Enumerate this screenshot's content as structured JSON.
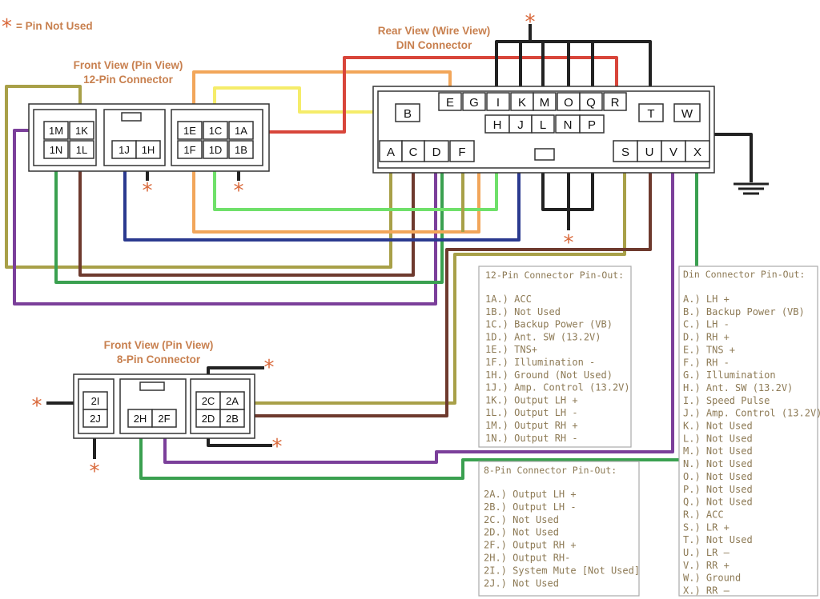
{
  "legend": {
    "star": "*",
    "text": "= Pin Not Used"
  },
  "titles": {
    "front12_line1": "Front View (Pin View)",
    "front12_line2": "12-Pin Connector",
    "rear_line1": "Rear View (Wire View)",
    "rear_line2": "DIN Connector",
    "front8_line1": "Front View (Pin View)",
    "front8_line2": "8-Pin Connector"
  },
  "pins12": [
    "1M",
    "1K",
    "1N",
    "1L",
    "1J",
    "1H",
    "1E",
    "1C",
    "1A",
    "1F",
    "1D",
    "1B"
  ],
  "pins8": [
    "2I",
    "2J",
    "2H",
    "2F",
    "2C",
    "2A",
    "2D",
    "2B"
  ],
  "din_pins": {
    "top": [
      "B",
      "E",
      "G",
      "I",
      "K",
      "M",
      "O",
      "Q",
      "R",
      "T",
      "W"
    ],
    "middle": [
      "H",
      "J",
      "L",
      "N",
      "P"
    ],
    "bottom": [
      "A",
      "C",
      "D",
      "F",
      "S",
      "U",
      "V",
      "X"
    ]
  },
  "pinout12": {
    "title": "12-Pin Connector Pin-Out:",
    "lines": [
      "1A.)  ACC",
      "1B.)  Not Used",
      "1C.)  Backup Power (VB)",
      "1D.)  Ant. SW (13.2V)",
      "1E.)  TNS+",
      "1F.)  Illumination -",
      "1H.)  Ground (Not Used)",
      "1J.)   Amp. Control (13.2V)",
      "1K.)  Output LH +",
      "1L.)  Output LH -",
      "1M.)  Output RH +",
      "1N.)  Output RH -"
    ]
  },
  "pinout8": {
    "title": "8-Pin Connector Pin-Out:",
    "lines": [
      "2A.)  Output LH +",
      "2B.)  Output LH -",
      "2C.)  Not Used",
      "2D.)  Not Used",
      "2F.)  Output RH +",
      "2H.) Output RH-",
      "2I.)  System Mute [Not Used]",
      "2J.)  Not Used"
    ]
  },
  "pinout_din": {
    "title": "Din Connector Pin-Out:",
    "lines": [
      "A.)  LH +",
      "B.)  Backup Power (VB)",
      "C.)  LH -",
      "D.)  RH +",
      "E.)  TNS +",
      "F.)  RH -",
      "G.)  Illumination",
      "H.)  Ant. SW (13.2V)",
      "I.)   Speed Pulse",
      "J.)  Amp. Control (13.2V)",
      "K.)  Not Used",
      "L.)  Not Used",
      "M.)  Not Used",
      "N.)  Not Used",
      "O.)  Not Used",
      "P.)  Not Used",
      "Q.)  Not Used",
      "R.)  ACC",
      "S.)  LR +",
      "T.)  Not Used",
      "U.)  LR –",
      "V.)  RR +",
      "W.) Ground",
      "X.)  RR –"
    ]
  },
  "colors": {
    "red": "#d8453a",
    "orange": "#f2a65a",
    "yellow": "#f5ec6a",
    "olive": "#a8a048",
    "brown": "#6e3a2e",
    "purple": "#7b3f9a",
    "green": "#3aa050",
    "lightgreen": "#6fe06a",
    "navy": "#2b3a8f",
    "black": "#222222",
    "star": "#d9683a",
    "title": "#c8804f",
    "box_text": "#8d7a55"
  }
}
